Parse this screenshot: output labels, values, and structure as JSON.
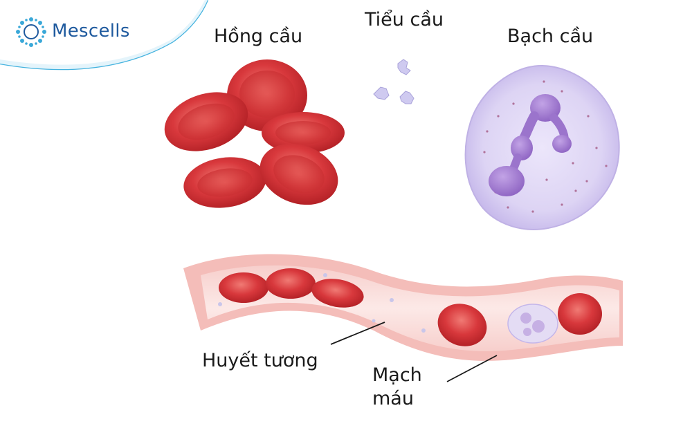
{
  "brand": {
    "name": "Mescells",
    "accent_color": "#3aa8d8",
    "text_color": "#1f5a9e"
  },
  "labels": {
    "red_blood_cells": "Hồng cầu",
    "platelets": "Tiểu cầu",
    "white_blood_cell": "Bạch cầu",
    "plasma": "Huyết tương",
    "blood_vessel_line1": "Mạch",
    "blood_vessel_line2": "máu"
  },
  "colors": {
    "red_cell": "#d8383c",
    "white_cell": "#d9d2f2",
    "nucleus": "#a07bd0",
    "vessel_wall": "#f3b7b4",
    "platelet": "#c9c6ea"
  }
}
